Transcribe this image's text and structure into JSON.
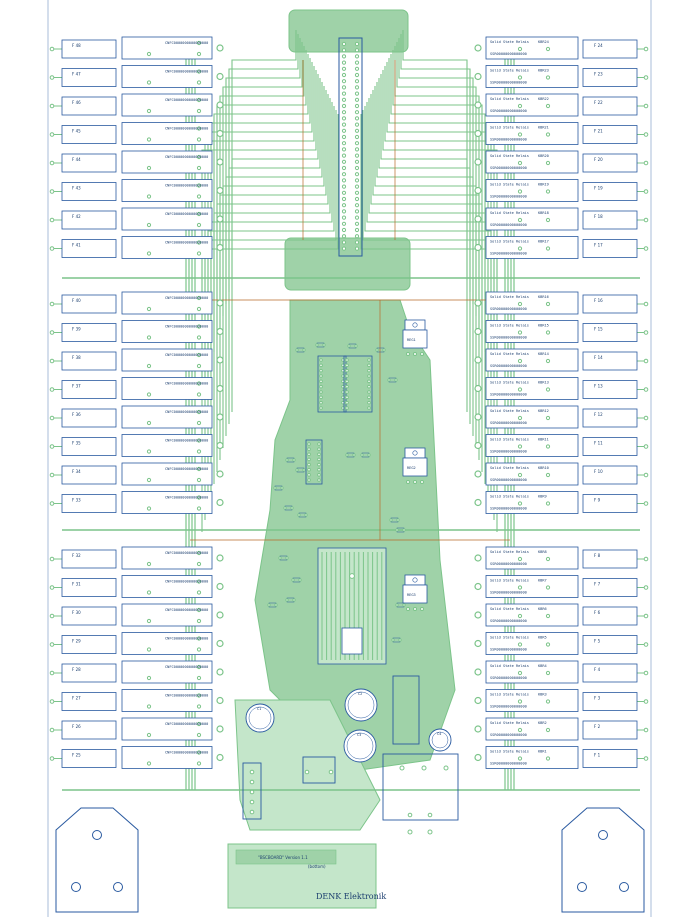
{
  "colors": {
    "background": "#ffffff",
    "copper": "#9fd2a8",
    "copper_light": "#c4e6ca",
    "trace": "#7cc48a",
    "outline": "#2a5aa0",
    "wire": "#b86a2a",
    "pad": "#ffffff"
  },
  "left_fuses_labels": [
    "F 48",
    "F 47",
    "F 46",
    "F 45",
    "F 44",
    "F 43",
    "F 42",
    "F 41",
    "F 40",
    "F 39",
    "F 38",
    "F 37",
    "F 36",
    "F 35",
    "F 34",
    "F 33",
    "F 32",
    "F 31",
    "F 30",
    "F 29",
    "F 28",
    "F 27",
    "F 26",
    "F 25"
  ],
  "right_fuses_labels": [
    "F 24",
    "F 23",
    "F 22",
    "F 21",
    "F 20",
    "F 19",
    "F 18",
    "F 17",
    "F 16",
    "F 15",
    "F 14",
    "F 13",
    "F 12",
    "F 11",
    "F 10",
    "F 9",
    "F 8",
    "F 7",
    "F 6",
    "F 5",
    "F 4",
    "F 3",
    "F 2",
    "F 1"
  ],
  "left_relay_label": "CNFC0000000000000000",
  "right_relay_label": "Solid State Relais",
  "right_relay_codes": [
    "KBR24",
    "KBR23",
    "KBR22",
    "KBR21",
    "KBR20",
    "KBR19",
    "KBR18",
    "KBR17",
    "KBR16",
    "KBR15",
    "KBR14",
    "KBR13",
    "KBR12",
    "KBR11",
    "KBR10",
    "KBR9",
    "KBR8",
    "KBR7",
    "KBR6",
    "KBR5",
    "KBR4",
    "KBR3",
    "KBR2",
    "KBR1"
  ],
  "right_relay_sub": "SSR00000000000000",
  "regulators": [
    "REG1",
    "REG2",
    "REG3"
  ],
  "caps": [
    "C1",
    "C2",
    "C3",
    "C4"
  ],
  "title_block": {
    "line1": "\"BSCBOARD\" Version 1.1",
    "line2": "(bottom)",
    "line3": "DENK Elektronik"
  }
}
